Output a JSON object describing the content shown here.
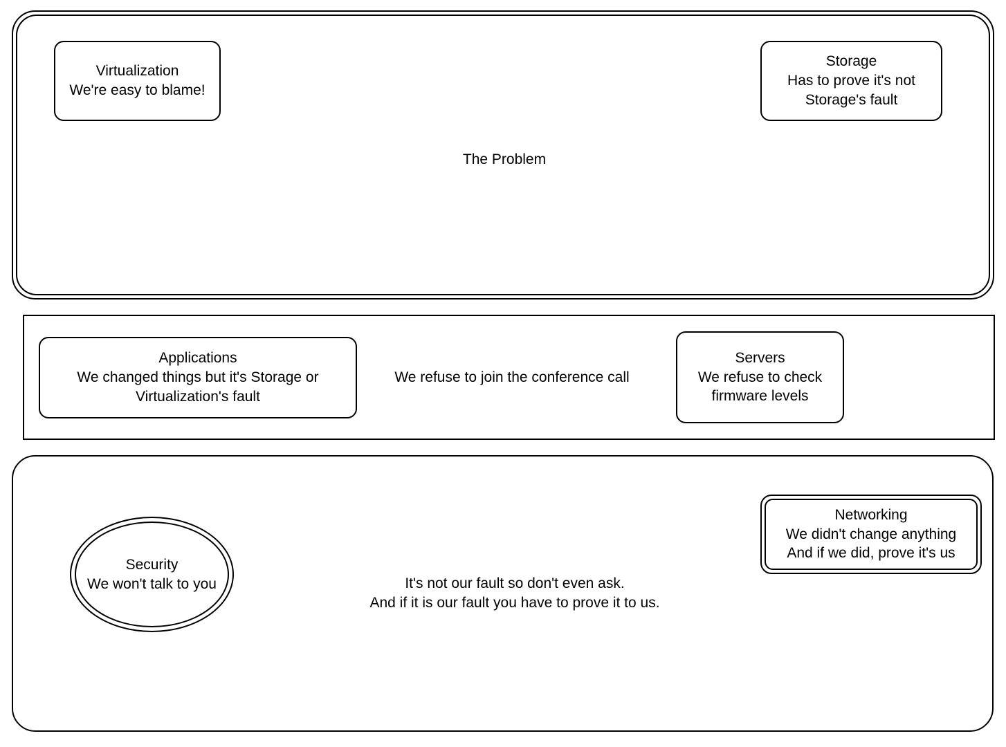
{
  "diagram": {
    "type": "blame-chart",
    "background_color": "#ffffff",
    "line_color": "#000000"
  },
  "zones": {
    "top": {
      "name": "the-problem-zone",
      "label": "The Problem",
      "border_style": "double-rounded",
      "nodes": {
        "virtualization": {
          "title": "Virtualization",
          "text": "Virtualization\nWe're easy to blame!",
          "border_style": "single-rounded"
        },
        "storage": {
          "title": "Storage",
          "text": "Storage\nHas to prove it's not\nStorage's fault",
          "border_style": "single-rounded"
        }
      }
    },
    "middle": {
      "name": "conference-call-zone",
      "label": "We refuse to join the conference call",
      "border_style": "single-rect",
      "nodes": {
        "applications": {
          "title": "Applications",
          "text": "Applications\nWe changed things but it's Storage or\nVirtualization's fault",
          "border_style": "single-rounded"
        },
        "servers": {
          "title": "Servers",
          "text": "Servers\nWe refuse to check\nfirmware levels",
          "border_style": "single-rounded"
        }
      }
    },
    "bottom": {
      "name": "not-our-fault-zone",
      "label": "It's not our fault so don't even ask.\nAnd if it is our fault you have to prove it to us.",
      "border_style": "single-rounded",
      "nodes": {
        "security": {
          "title": "Security",
          "text": "Security\nWe won't talk to you",
          "border_style": "double-ellipse"
        },
        "networking": {
          "title": "Networking",
          "text": "Networking\nWe didn't change anything\nAnd if we did, prove it's us",
          "border_style": "double-rounded"
        }
      }
    }
  }
}
